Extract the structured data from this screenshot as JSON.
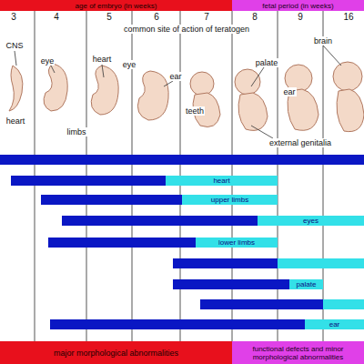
{
  "diagram": {
    "nodes": [
      {
        "text": [
          "age of embryo (in weeks)"
        ]
      },
      {
        "text": [
          "fetal period (in weeks)"
        ]
      },
      {
        "text": [
          "heart"
        ]
      },
      {
        "text": [
          "upper limbs"
        ]
      },
      {
        "text": [
          "eyes"
        ]
      },
      {
        "text": [
          "lower limbs"
        ]
      },
      {
        "text": [
          "palate"
        ]
      },
      {
        "text": [
          "ear"
        ]
      },
      {
        "text": [
          "major morphological abnormalities"
        ]
      },
      {
        "text": [
          "functional defects and minor morphological abnormalities"
        ]
      }
    ],
    "labels": [
      "3",
      "4",
      "5",
      "6",
      "7",
      "8",
      "9",
      "16",
      "common site of action of teratogen",
      "CNS",
      "eye",
      "heart",
      "eye",
      "ear",
      "palate",
      "ear",
      "brain",
      "heart",
      "limbs",
      "teeth",
      "external genitalia"
    ]
  }
}
